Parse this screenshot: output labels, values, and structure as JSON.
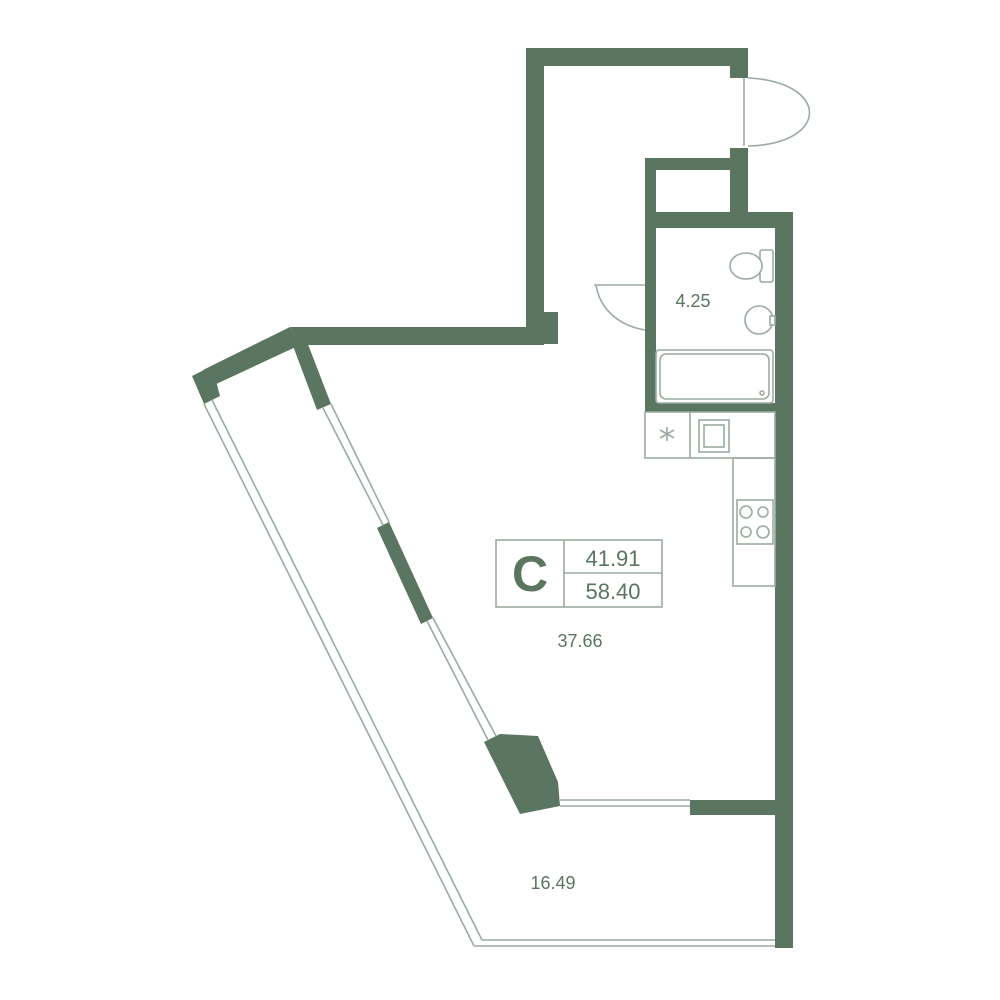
{
  "apartment": {
    "type_letter": "C",
    "living_area": "41.91",
    "total_area": "58.40"
  },
  "rooms": {
    "main_room_area": "37.66",
    "bathroom_area": "4.25",
    "balcony_area": "16.49"
  },
  "colors": {
    "wall": "#5a7560",
    "fixture_line": "#9aac9f",
    "background": "#ffffff"
  }
}
